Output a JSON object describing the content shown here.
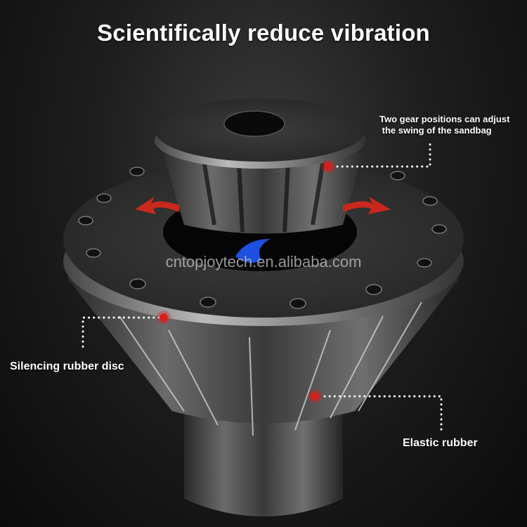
{
  "title": "Scientifically reduce vibration",
  "callouts": [
    {
      "id": "gear-positions",
      "text_lines": [
        "Two gear positions can adjust",
        " the swing of the sandbag"
      ]
    },
    {
      "id": "silencing-disc",
      "text_lines": [
        "Silencing rubber disc"
      ]
    },
    {
      "id": "elastic-rubber",
      "text_lines": [
        "Elastic rubber"
      ]
    }
  ],
  "watermark": "cntopjoytech.en.alibaba.com",
  "colors": {
    "background": "#1a1a1a",
    "marker_red": "#d42020",
    "arrow_red": "#c8281e",
    "accent_blue": "#1f4fe0",
    "text": "#ffffff"
  }
}
